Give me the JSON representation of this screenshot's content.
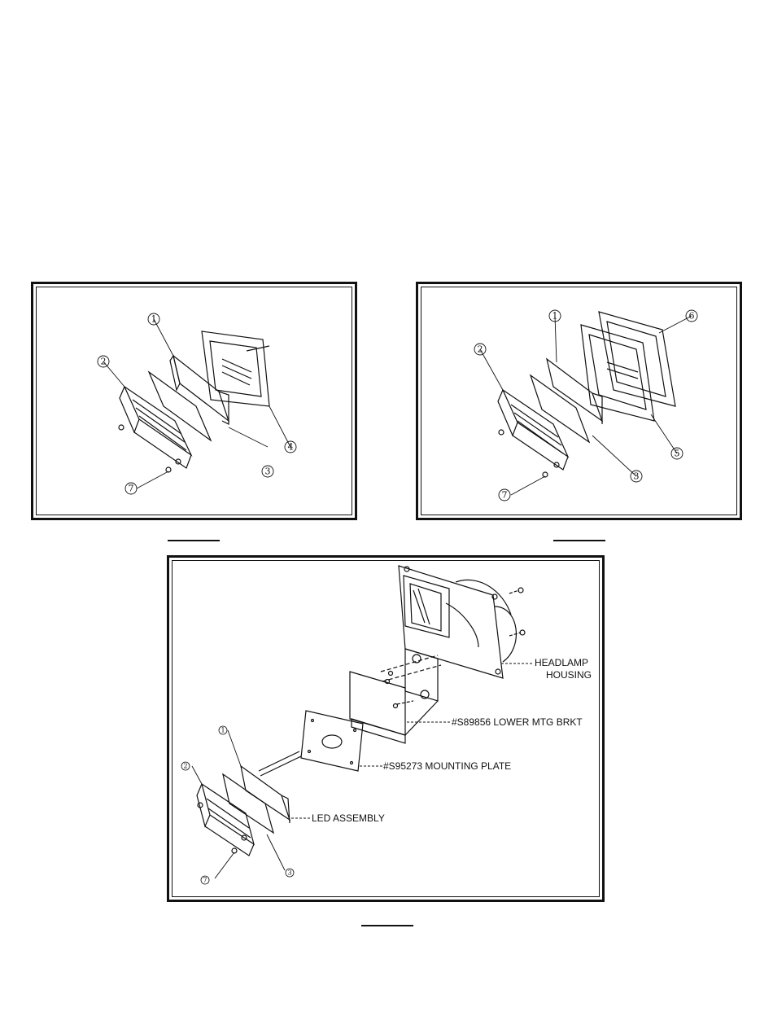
{
  "figure3": {
    "callouts": {
      "headlamp_housing_1": "HEADLAMP",
      "headlamp_housing_2": "HOUSING",
      "lower_mtg_brkt": "#S89856 LOWER MTG BRKT",
      "mounting_plate": "#S95273 MOUNTING PLATE",
      "led_assembly": "LED ASSEMBLY"
    }
  },
  "part_numbers": {
    "one": "1",
    "two": "2",
    "three": "3",
    "four": "4",
    "five": "5",
    "six": "6",
    "seven": "7"
  }
}
